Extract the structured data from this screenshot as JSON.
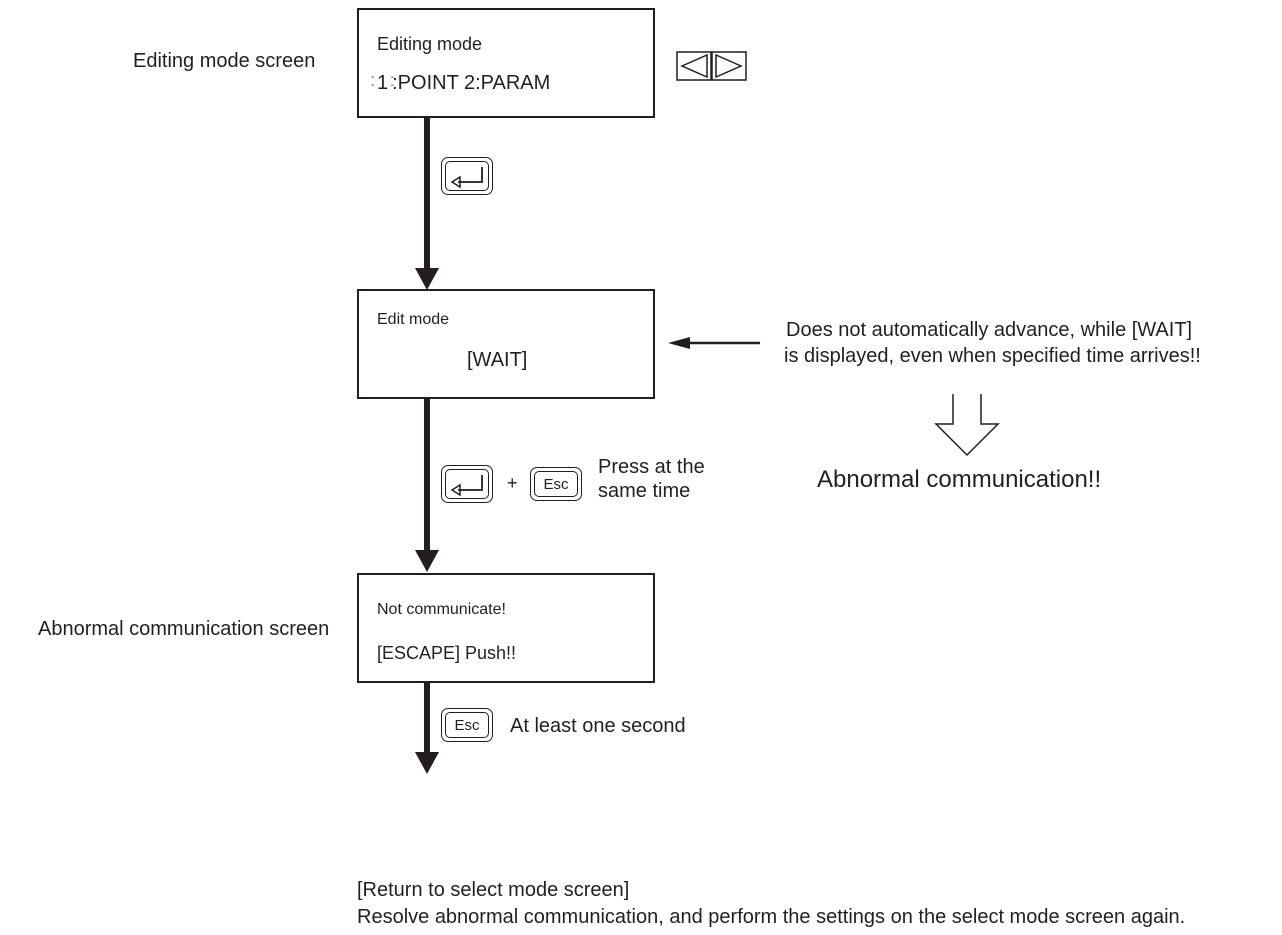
{
  "labels": {
    "editing_mode_screen": "Editing mode screen",
    "abnormal_communication_screen": "Abnormal communication screen"
  },
  "screens": {
    "editing": {
      "line1": "Editing mode",
      "cursor_digit": "1",
      "line2_rest": ":POINT  2:PARAM"
    },
    "edit": {
      "line1": "Edit mode",
      "line2": "[WAIT]"
    },
    "abnormal": {
      "line1": "Not communicate!",
      "line2": "[ESCAPE] Push!!"
    }
  },
  "keys": {
    "esc": "Esc"
  },
  "notes": {
    "plus": "+",
    "press_line1": "Press at the",
    "press_line2": "same time",
    "wait_line1": "Does not automatically advance, while [WAIT]",
    "wait_line2": "is displayed, even when specified time arrives!!",
    "abnormal_result": "Abnormal communication!!",
    "esc_hold": "At least one second",
    "return_line1": "[Return to select mode screen]",
    "return_line2": "Resolve abnormal communication, and perform the settings on the select mode screen again."
  }
}
